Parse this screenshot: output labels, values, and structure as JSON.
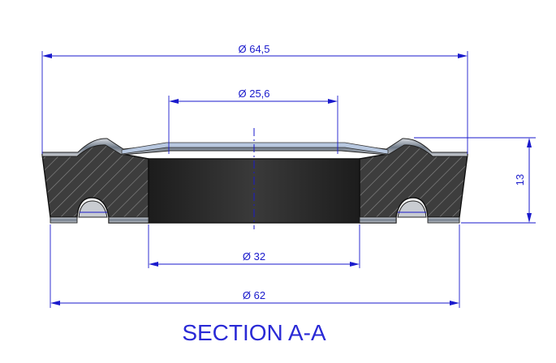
{
  "section_title": "SECTION A-A",
  "dimensions": {
    "outer_top": "Ø 64,5",
    "inner_top": "Ø 25,6",
    "bore": "Ø 32",
    "outer_bottom": "Ø 62",
    "height": "13"
  },
  "colors": {
    "dimension": "#1a1acc",
    "section_fill": "#3a3a3a",
    "bore_fill": "#2b2b2b",
    "metal_cap": "#9aa0a6"
  }
}
